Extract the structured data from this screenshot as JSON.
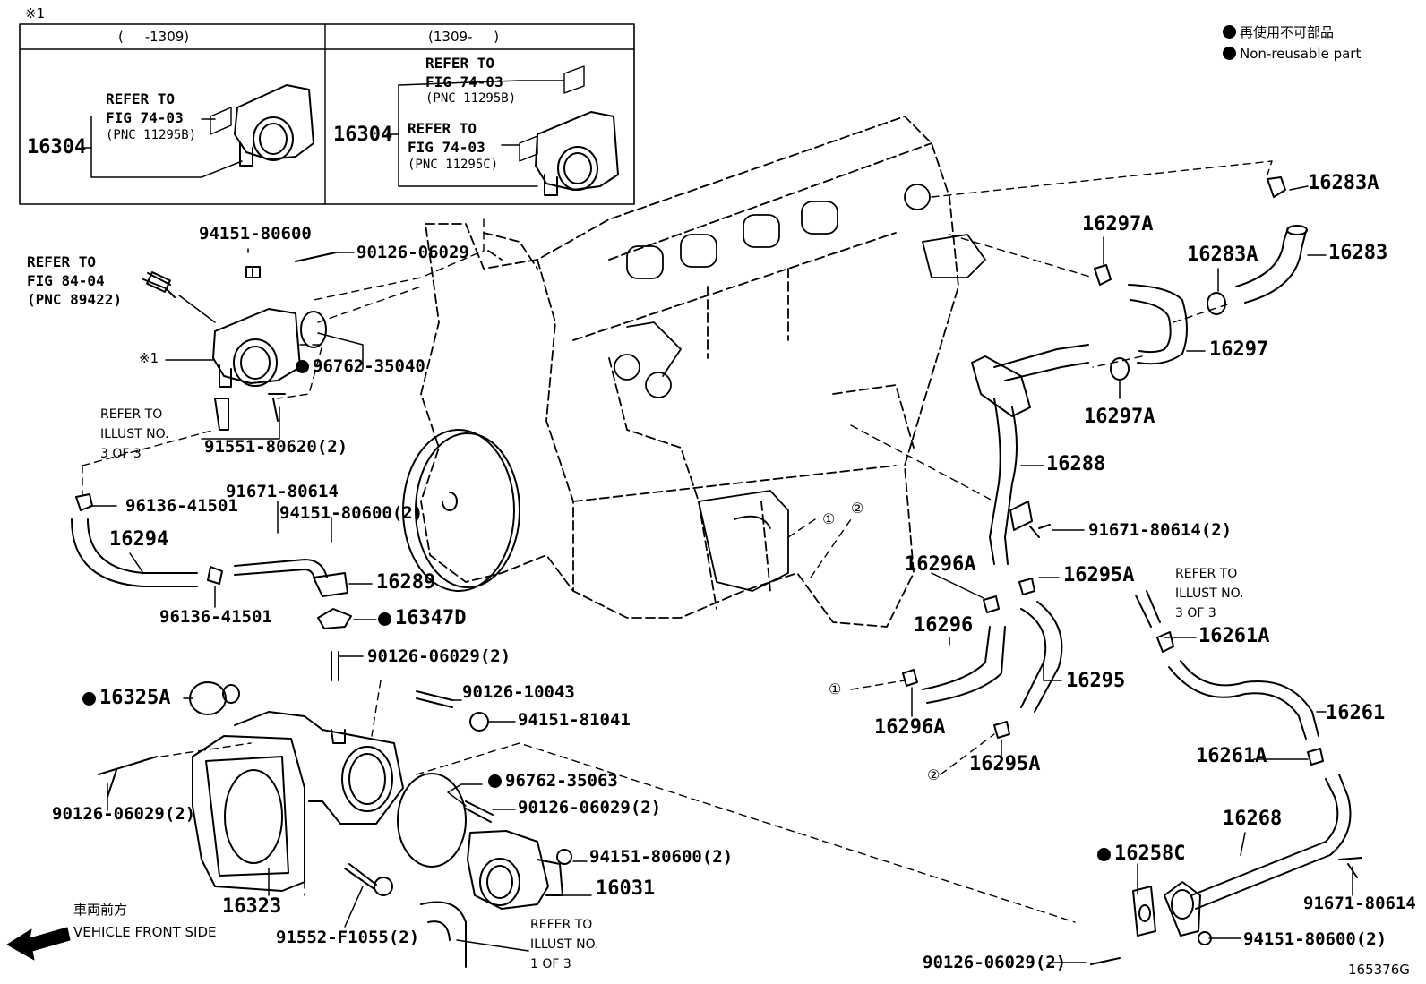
{
  "header": {
    "note_mark": "※1",
    "col_left": "(     -1309)",
    "col_right": "(1309-     )"
  },
  "legend": {
    "jp": "再使用不可部品",
    "en": "Non-reusable part"
  },
  "figure_id": "165376G",
  "front_label": {
    "jp": "車両前方",
    "en": "VEHICLE FRONT SIDE"
  },
  "callouts": {
    "c1": "①",
    "c2": "②"
  },
  "refs": {
    "fig7403": "REFER TO\nFIG 74-03",
    "pnc11295b": "(PNC 11295B)",
    "pnc11295c": "(PNC 11295C)",
    "fig8404": "REFER TO\nFIG 84-04\n(PNC 89422)",
    "illust3a": "REFER TO\nILLUST NO.\n3 OF 3",
    "illust3b": "REFER TO\nILLUST NO.\n3 OF 3",
    "illust1": "REFER TO\nILLUST NO.\n1 OF 3"
  },
  "parts": {
    "p16304a": "16304",
    "p16304b": "16304",
    "mark1": "※1",
    "p94151_80600": "94151-80600",
    "p90126_06029": "90126-06029",
    "p96762_35040": "96762-35040",
    "p91551_80620": "91551-80620(2)",
    "p96136_41501a": "96136-41501",
    "p16294": "16294",
    "p91671_80614a": "91671-80614",
    "p94151_80600_2a": "94151-80600(2)",
    "p16289": "16289",
    "p96136_41501b": "96136-41501",
    "p16347d": "16347D",
    "p90126_06029_2a": "90126-06029(2)",
    "p16325a": "16325A",
    "p90126_10043": "90126-10043",
    "p94151_81041": "94151-81041",
    "p90126_06029_2b": "90126-06029(2)",
    "p96762_35063": "96762-35063",
    "p90126_06029_2c": "90126-06029(2)",
    "p94151_80600_2b": "94151-80600(2)",
    "p16031": "16031",
    "p16323": "16323",
    "p91552_f1055": "91552-F1055(2)",
    "p16283a_top": "16283A",
    "p16297a_top": "16297A",
    "p16283a_mid": "16283A",
    "p16283": "16283",
    "p16297": "16297",
    "p16297a_bot": "16297A",
    "p16288": "16288",
    "p91671_80614_2": "91671-80614(2)",
    "p16296a_top": "16296A",
    "p16295a_top": "16295A",
    "p16296": "16296",
    "p16295": "16295",
    "p16296a_bot": "16296A",
    "p16295a_bot": "16295A",
    "p16261a_top": "16261A",
    "p16261": "16261",
    "p16261a_bot": "16261A",
    "p16268": "16268",
    "p16258c": "16258C",
    "p91671_80614b": "91671-80614",
    "p94151_80600_2c": "94151-80600(2)",
    "p90126_06029_2d": "90126-06029(2)"
  }
}
